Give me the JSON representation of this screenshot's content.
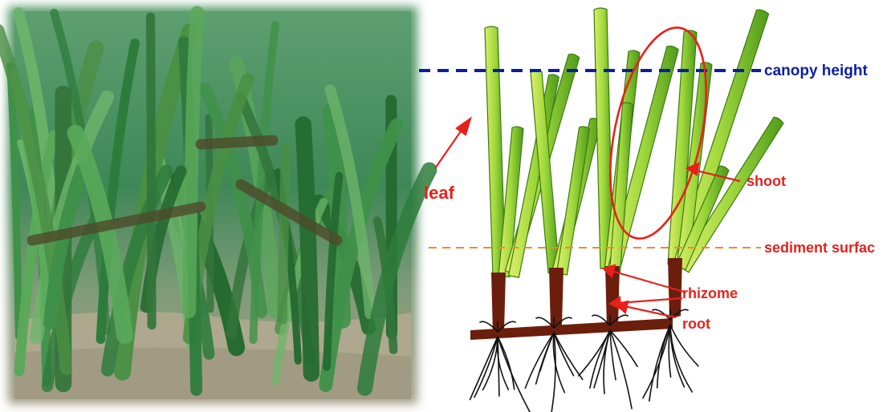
{
  "photo": {
    "subject": "seagrass-meadow-photo"
  },
  "diagram": {
    "labels": {
      "canopy_height": "canopy height",
      "shoot": "shoot",
      "leaf": "leaf",
      "sediment_surface": "sediment surfac",
      "rhizome": "rhizome",
      "root": "root"
    }
  },
  "colors": {
    "canopy_line": "#0a1f9e",
    "sediment_line": "#f08a2a",
    "annotation_red": "#e8201c",
    "leaf_green": "#8ccf2e",
    "leaf_dark": "#3c7a12",
    "rhizome_brown": "#6b1e0c"
  }
}
